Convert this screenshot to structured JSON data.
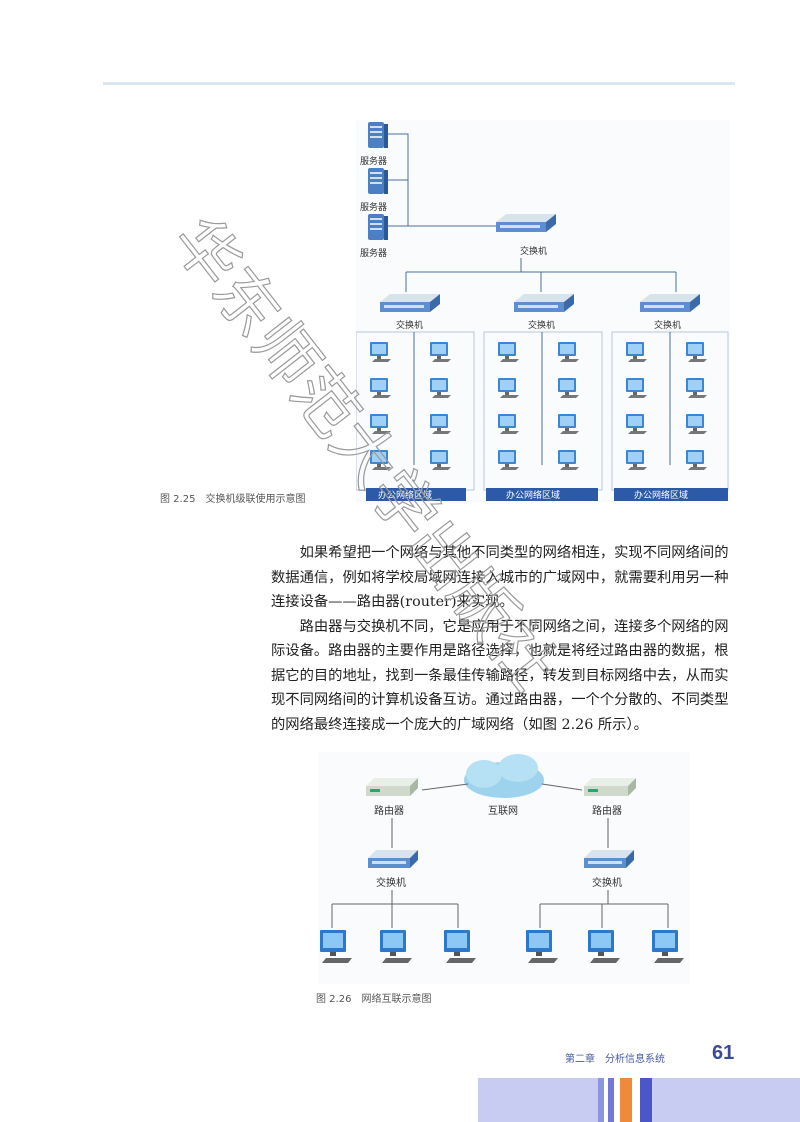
{
  "figure1": {
    "caption": "图 2.25　交换机级联使用示意图",
    "server_label": "服务器",
    "core_switch_label": "交换机",
    "switch_label": "交换机",
    "area_label": "办公网络区域"
  },
  "paragraphs": [
    "如果希望把一个网络与其他不同类型的网络相连，实现不同网络间的数据通信，例如将学校局域网连接入城市的广域网中，就需要利用另一种连接设备——路由器(router)来实现。",
    "路由器与交换机不同，它是应用于不同网络之间，连接多个网络的网际设备。路由器的主要作用是路径选择，也就是将经过路由器的数据，根据它的目的地址，找到一条最佳传输路径，转发到目标网络中去，从而实现不同网络间的计算机设备互访。通过路由器，一个个分散的、不同类型的网络最终连接成一个庞大的广域网络（如图 2.26 所示）。"
  ],
  "figure2": {
    "caption": "图 2.26　网络互联示意图",
    "router_label": "路由器",
    "internet_label": "互联网",
    "switch_label": "交换机"
  },
  "watermark": "华东师范大学出版社",
  "footer": {
    "chapter": "第二章　分析信息系统",
    "page_number": "61"
  },
  "colors": {
    "accent_blue": "#2f5fa8",
    "area_bar": "#2d5aa6",
    "footer_purple": "#b4b8ee",
    "footer_orange": "#f08a3a"
  }
}
